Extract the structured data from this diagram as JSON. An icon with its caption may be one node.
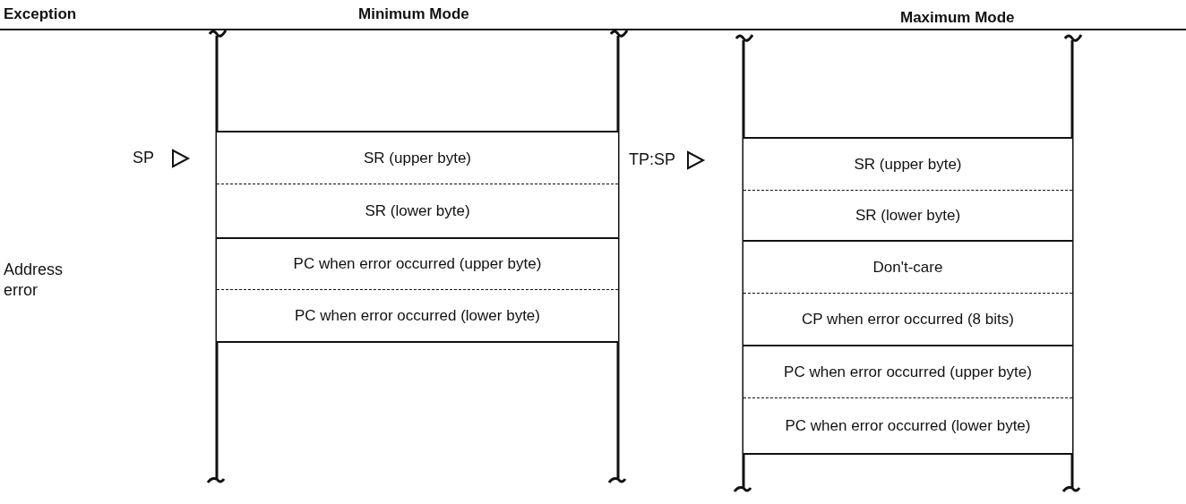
{
  "diagram": {
    "nodes": [
      {
        "text": [
          "SR (upper byte)"
        ]
      },
      {
        "text": [
          "SR (lower byte)"
        ]
      },
      {
        "text": [
          "PC when error occurred (upper byte)"
        ]
      },
      {
        "text": [
          "PC when error occurred (lower byte)"
        ]
      },
      {
        "text": [
          "SR (upper byte)"
        ]
      },
      {
        "text": [
          "SR (lower byte)"
        ]
      },
      {
        "text": [
          "Don't-care"
        ]
      },
      {
        "text": [
          "CP when error occurred (8 bits)"
        ]
      },
      {
        "text": [
          "PC when error occurred (upper byte)"
        ]
      },
      {
        "text": [
          "PC when error occurred (lower byte)"
        ]
      }
    ],
    "edges": [],
    "labels": [
      "Exception",
      "Minimum Mode",
      "Maximum Mode",
      "SP",
      "TP:SP",
      "Address error"
    ]
  }
}
